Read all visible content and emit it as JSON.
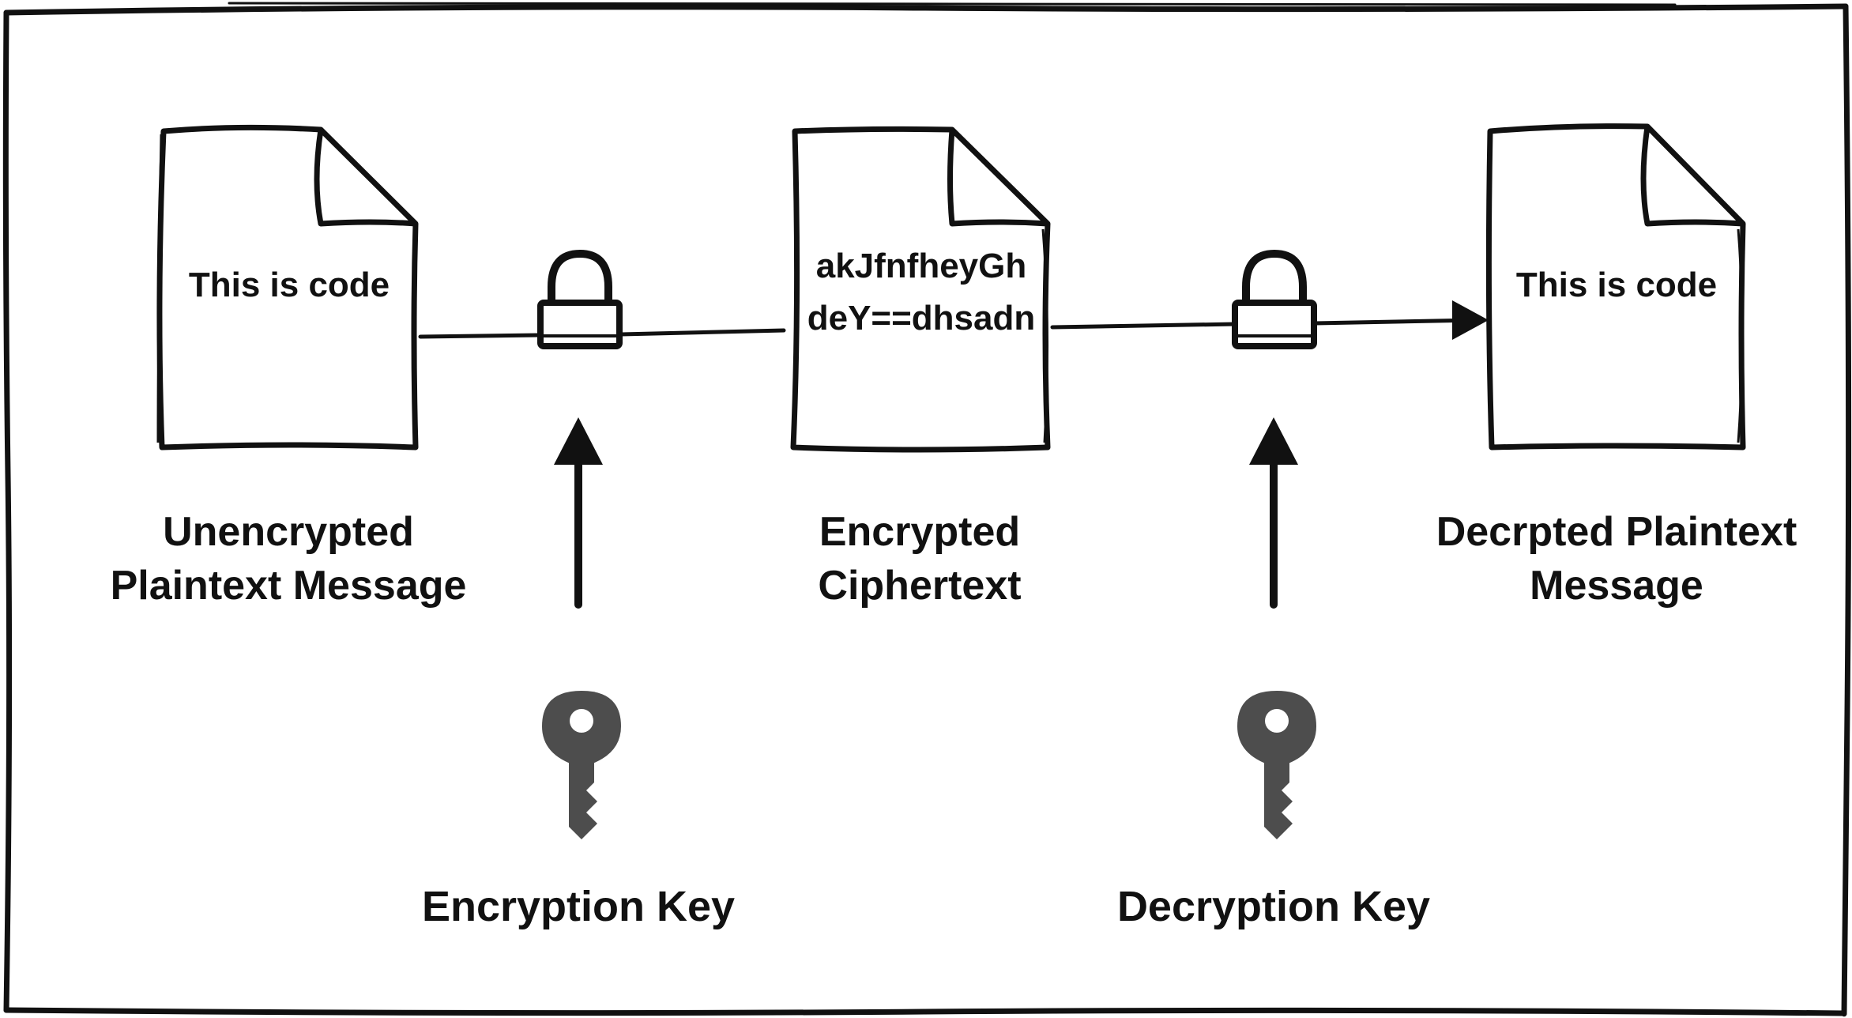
{
  "diagram": {
    "documents": [
      {
        "id": "plaintext",
        "lines": [
          "This is code"
        ],
        "caption": [
          "Unencrypted",
          "Plaintext Message"
        ]
      },
      {
        "id": "ciphertext",
        "lines": [
          "akJfnfheyGh",
          "deY==dhsadn"
        ],
        "caption": [
          "Encrypted",
          "Ciphertext"
        ]
      },
      {
        "id": "decrypted",
        "lines": [
          "This is code"
        ],
        "caption": [
          "Decrpted Plaintext",
          "Message"
        ]
      }
    ],
    "keys": [
      {
        "id": "encryption",
        "label": "Encryption Key",
        "icon": "key-icon"
      },
      {
        "id": "decryption",
        "label": "Decryption Key",
        "icon": "key-icon"
      }
    ],
    "locks": [
      {
        "id": "encrypt-lock",
        "icon": "padlock-icon"
      },
      {
        "id": "decrypt-lock",
        "icon": "padlock-icon"
      }
    ],
    "colors": {
      "stroke": "#111111",
      "key_fill": "#4d4d4d",
      "background": "#ffffff"
    }
  }
}
